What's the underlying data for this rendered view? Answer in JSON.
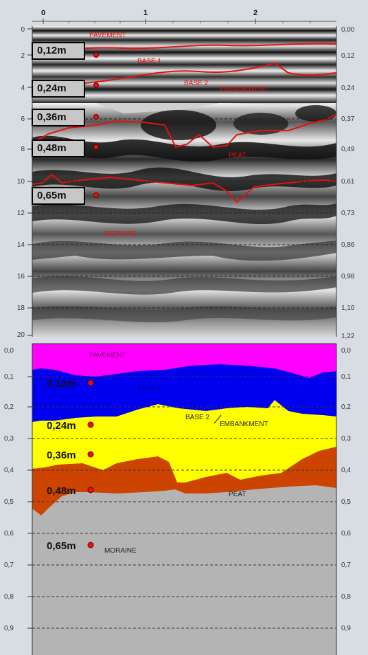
{
  "top_axis": {
    "ticks": [
      "0",
      "1",
      "2"
    ]
  },
  "radar": {
    "left_ticks": [
      "0",
      "2",
      "4",
      "6",
      "8",
      "10",
      "12",
      "14",
      "16",
      "18",
      "20"
    ],
    "right_ticks": [
      "0,00",
      "0,12",
      "0,24",
      "0,37",
      "0,49",
      "0,61",
      "0,73",
      "0,86",
      "0,98",
      "1,10",
      "1,22"
    ],
    "labels": {
      "pavement": "PAVEMENT",
      "base1": "BASE 1",
      "base2": "BASE 2",
      "embankment": "EMBANKMENT",
      "peat": "PEAT",
      "moraine": "MORAINE"
    },
    "depth_boxes": [
      "0,12m",
      "0,24m",
      "0,36m",
      "0,48m",
      "0,65m"
    ]
  },
  "layers": {
    "left_ticks": [
      "0,0",
      "0,1",
      "0,2",
      "0,3",
      "0,4",
      "0,5",
      "0,6",
      "0,7",
      "0,8",
      "0,9"
    ],
    "right_ticks": [
      "0,0",
      "0,1",
      "0,2",
      "0,3",
      "0,4",
      "0,5",
      "0,6",
      "0,7",
      "0,8",
      "0,9"
    ],
    "labels": {
      "pavement": "PAVEMENT",
      "base1": "BASE 1",
      "base2": "BASE 2",
      "embankment": "EMBANKMENT",
      "peat": "PEAT",
      "moraine": "MORAINE"
    },
    "depth_labels": [
      "0,12m",
      "0,24m",
      "0,36m",
      "0,48m",
      "0,65m"
    ],
    "colors": {
      "pavement": "#ff00ff",
      "base1": "#0000ee",
      "base2": "#ffff00",
      "peat": "#cc4400",
      "moraine": "#b4b4b4"
    }
  }
}
